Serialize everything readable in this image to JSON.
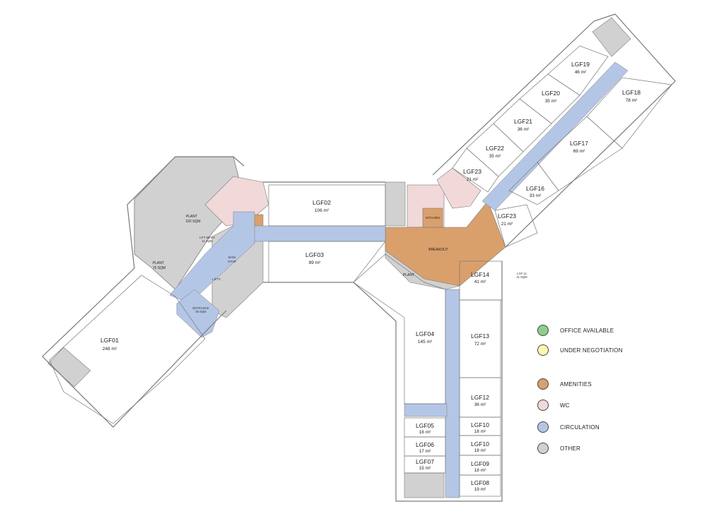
{
  "rooms": {
    "lgf01": {
      "name": "LGF01",
      "area": "248 m²"
    },
    "lgf02": {
      "name": "LGF02",
      "area": "106 m²"
    },
    "lgf03": {
      "name": "LGF03",
      "area": "89 m²"
    },
    "lgf04": {
      "name": "LGF04",
      "area": "145 m²"
    },
    "lgf05": {
      "name": "LGF05",
      "area": "16 m²"
    },
    "lgf06": {
      "name": "LGF06",
      "area": "17 m²"
    },
    "lgf07": {
      "name": "LGF07",
      "area": "15 m²"
    },
    "lgf08": {
      "name": "LGF08",
      "area": "19 m²"
    },
    "lgf09": {
      "name": "LGF09",
      "area": "18 m²"
    },
    "lgf10a": {
      "name": "LGF10",
      "area": "18 m²"
    },
    "lgf10b": {
      "name": "LGF10",
      "area": "18 m²"
    },
    "lgf12": {
      "name": "LGF12",
      "area": "36 m²"
    },
    "lgf13": {
      "name": "LGF13",
      "area": "72 m²"
    },
    "lgf14": {
      "name": "LGF14",
      "area": "41 m²"
    },
    "lgf16": {
      "name": "LGF16",
      "area": "33 m²"
    },
    "lgf17": {
      "name": "LGF17",
      "area": "69 m²"
    },
    "lgf18": {
      "name": "LGF18",
      "area": "78 m²"
    },
    "lgf19": {
      "name": "LGF19",
      "area": "46 m²"
    },
    "lgf20": {
      "name": "LGF20",
      "area": "35 m²"
    },
    "lgf21": {
      "name": "LGF21",
      "area": "36 m²"
    },
    "lgf22": {
      "name": "LGF22",
      "area": "35 m²"
    },
    "lgf23a": {
      "name": "LGF23",
      "area": "21 m²"
    },
    "lgf23b": {
      "name": "LGF23",
      "area": "21 m²"
    }
  },
  "plant_labels": {
    "plant_102": {
      "name": "PLANT",
      "area": "102 SQM"
    },
    "plant_76": {
      "name": "PLANT",
      "area": "76 SQM"
    },
    "plant_east": "PLANT"
  },
  "small_labels": {
    "main_stair": [
      "MAIN",
      "STAIR"
    ],
    "lifts": "LIFTS",
    "lift_mech": [
      "LIFT MECH",
      "11 SQM"
    ],
    "entrance": [
      "ENTRANCE",
      "26 SQM"
    ],
    "breakout": "BREAKOUT",
    "kitchen": "KITCHEN",
    "lgf_extra": [
      "LGF 11",
      "41 SQM"
    ]
  },
  "legend": [
    {
      "label": "OFFICE AVAILABLE",
      "color": "#8ccf8c"
    },
    {
      "label": "UNDER NEGOTIATION",
      "color": "#fff6b0"
    },
    {
      "label": "AMENITIES",
      "color": "#d9a06c"
    },
    {
      "label": "WC",
      "color": "#f1d9d9"
    },
    {
      "label": "CIRCULATION",
      "color": "#b4c6e6"
    },
    {
      "label": "OTHER",
      "color": "#d1d1d1"
    }
  ],
  "colors": {
    "circulation": "#b4c6e6",
    "amenities": "#d9a06c",
    "wc": "#f1d9d9",
    "other": "#d1d1d1",
    "wall": "#7a7a7a"
  }
}
